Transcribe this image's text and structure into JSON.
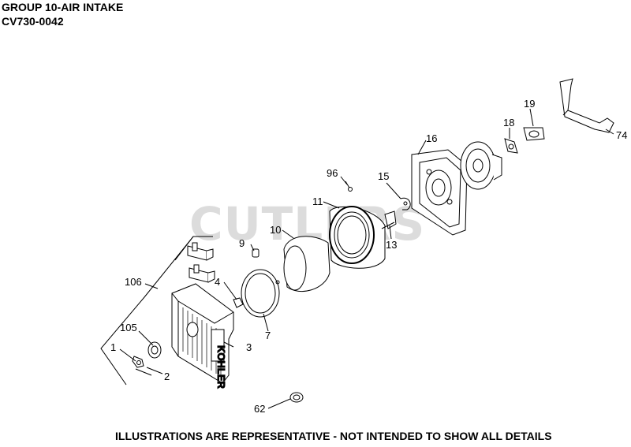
{
  "header": {
    "title": "GROUP 10-AIR INTAKE",
    "model": "CV730-0042"
  },
  "watermark": "CUTLERS",
  "footer": "ILLUSTRATIONS ARE REPRESENTATIVE - NOT INTENDED TO SHOW ALL DETAILS",
  "cover_logo": "KOHLER",
  "callouts": [
    {
      "id": "1",
      "label": "1"
    },
    {
      "id": "2",
      "label": "2"
    },
    {
      "id": "3",
      "label": "3"
    },
    {
      "id": "4",
      "label": "4"
    },
    {
      "id": "7",
      "label": "7"
    },
    {
      "id": "9",
      "label": "9"
    },
    {
      "id": "10",
      "label": "10"
    },
    {
      "id": "11",
      "label": "11"
    },
    {
      "id": "13",
      "label": "13"
    },
    {
      "id": "15",
      "label": "15"
    },
    {
      "id": "16",
      "label": "16"
    },
    {
      "id": "18",
      "label": "18"
    },
    {
      "id": "19",
      "label": "19"
    },
    {
      "id": "62",
      "label": "62"
    },
    {
      "id": "74",
      "label": "74"
    },
    {
      "id": "96",
      "label": "96"
    },
    {
      "id": "105",
      "label": "105"
    },
    {
      "id": "106",
      "label": "106"
    }
  ]
}
